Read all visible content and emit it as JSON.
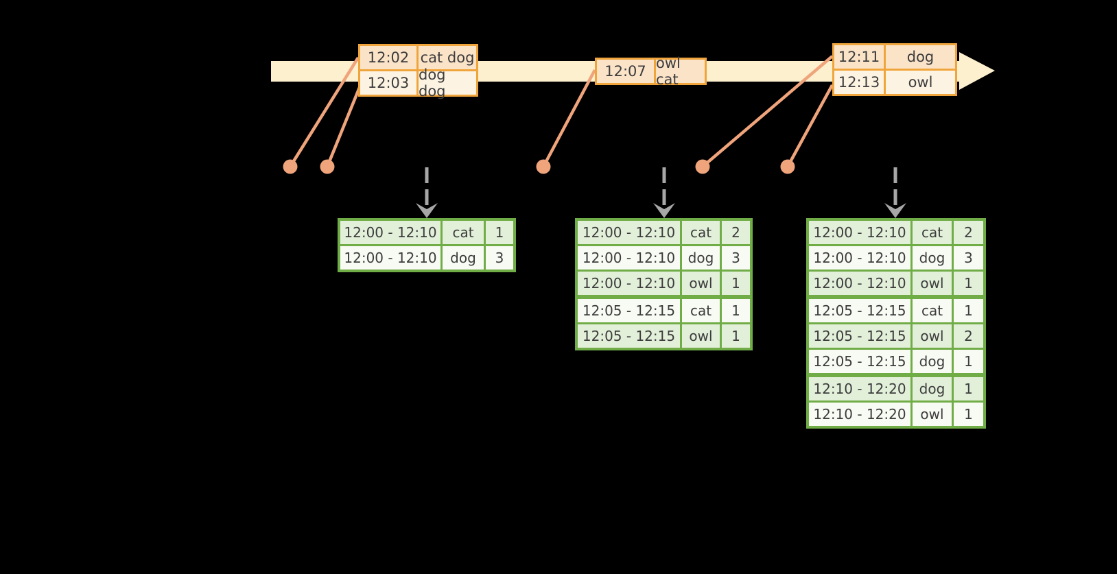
{
  "colors": {
    "background": "#000000",
    "timeline_fill": "#fcf0ce",
    "event_table_border": "#f0a53c",
    "event_row_peach": "#fbe3c8",
    "event_row_cream": "#fcf3e2",
    "connector_salmon": "#f0a47b",
    "result_table_border": "#70ad47",
    "result_row_green": "#e2efd9",
    "result_row_white": "#f8fbf4",
    "trigger_arrow_gray": "#a7a7a7",
    "text": "#3c3c3c"
  },
  "timeline": {
    "direction": "left-to-right",
    "event_dot_count": 5
  },
  "event_tables": [
    {
      "rows": [
        {
          "time": "12:02",
          "data": "cat dog"
        },
        {
          "time": "12:03",
          "data": "dog dog"
        }
      ]
    },
    {
      "rows": [
        {
          "time": "12:07",
          "data": "owl cat"
        }
      ]
    },
    {
      "rows": [
        {
          "time": "12:11",
          "data": "dog"
        },
        {
          "time": "12:13",
          "data": "owl"
        }
      ]
    }
  ],
  "result_tables": [
    {
      "group_breaks": [],
      "rows": [
        {
          "window": "12:00 - 12:10",
          "key": "cat",
          "count": "1"
        },
        {
          "window": "12:00 - 12:10",
          "key": "dog",
          "count": "3"
        }
      ]
    },
    {
      "group_breaks": [
        3
      ],
      "rows": [
        {
          "window": "12:00 - 12:10",
          "key": "cat",
          "count": "2"
        },
        {
          "window": "12:00 - 12:10",
          "key": "dog",
          "count": "3"
        },
        {
          "window": "12:00 - 12:10",
          "key": "owl",
          "count": "1"
        },
        {
          "window": "12:05 - 12:15",
          "key": "cat",
          "count": "1"
        },
        {
          "window": "12:05 - 12:15",
          "key": "owl",
          "count": "1"
        }
      ]
    },
    {
      "group_breaks": [
        3,
        6
      ],
      "rows": [
        {
          "window": "12:00 - 12:10",
          "key": "cat",
          "count": "2"
        },
        {
          "window": "12:00 - 12:10",
          "key": "dog",
          "count": "3"
        },
        {
          "window": "12:00 - 12:10",
          "key": "owl",
          "count": "1"
        },
        {
          "window": "12:05 - 12:15",
          "key": "cat",
          "count": "1"
        },
        {
          "window": "12:05 - 12:15",
          "key": "owl",
          "count": "2"
        },
        {
          "window": "12:05 - 12:15",
          "key": "dog",
          "count": "1"
        },
        {
          "window": "12:10 - 12:20",
          "key": "dog",
          "count": "1"
        },
        {
          "window": "12:10 - 12:20",
          "key": "owl",
          "count": "1"
        }
      ]
    }
  ]
}
